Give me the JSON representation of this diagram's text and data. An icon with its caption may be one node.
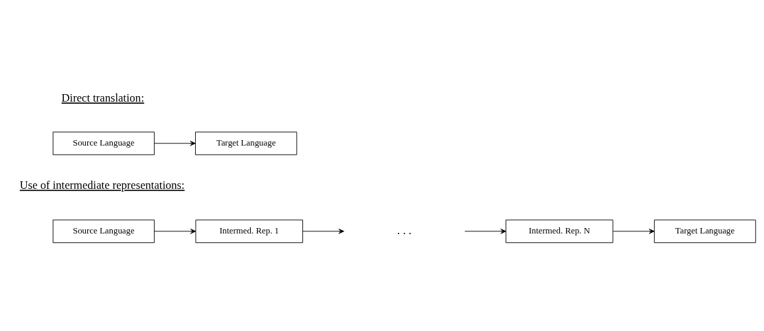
{
  "diagram": {
    "nodes": [
      {
        "text": [
          "Source Language"
        ]
      },
      {
        "text": [
          "Target Language"
        ]
      },
      {
        "text": [
          "Source Language"
        ]
      },
      {
        "text": [
          "Intermed. Rep. 1"
        ]
      },
      {
        "text": [
          "Intermed. Rep. N"
        ]
      },
      {
        "text": [
          "Target Language"
        ]
      }
    ],
    "edges": [
      {
        "from": 0,
        "to": 1,
        "arrow": "to"
      },
      {
        "from": 2,
        "to": 3,
        "arrow": "to"
      },
      {
        "from": 3,
        "to": null,
        "arrow": "to"
      },
      {
        "from": null,
        "to": 4,
        "arrow": "to"
      },
      {
        "from": 4,
        "to": 5,
        "arrow": "to"
      }
    ],
    "labels": [
      "Direct translation:",
      "Use of intermediate representations:",
      ". . ."
    ]
  }
}
